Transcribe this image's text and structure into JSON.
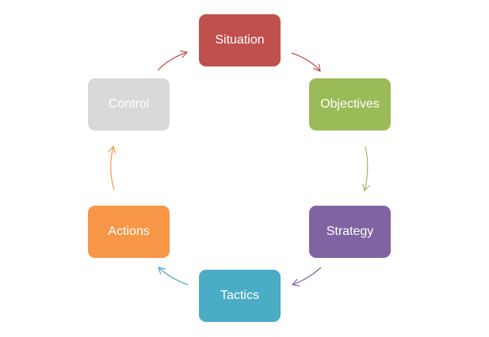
{
  "diagram": {
    "nodes": [
      {
        "id": "situation",
        "label": "Situation",
        "color": "#c0504d"
      },
      {
        "id": "objectives",
        "label": "Objectives",
        "color": "#9bbb59"
      },
      {
        "id": "strategy",
        "label": "Strategy",
        "color": "#8064a2"
      },
      {
        "id": "tactics",
        "label": "Tactics",
        "color": "#4bacc6"
      },
      {
        "id": "actions",
        "label": "Actions",
        "color": "#f79646"
      },
      {
        "id": "control",
        "label": "Control",
        "color": "#d9d9d9"
      }
    ],
    "arrows": [
      {
        "from": "situation",
        "to": "objectives",
        "color": "#c0504d"
      },
      {
        "from": "objectives",
        "to": "strategy",
        "color": "#9bbb59"
      },
      {
        "from": "strategy",
        "to": "tactics",
        "color": "#8064a2"
      },
      {
        "from": "tactics",
        "to": "actions",
        "color": "#4bacc6"
      },
      {
        "from": "actions",
        "to": "control",
        "color": "#f79646"
      },
      {
        "from": "control",
        "to": "situation",
        "color": "#c0504d"
      }
    ]
  }
}
